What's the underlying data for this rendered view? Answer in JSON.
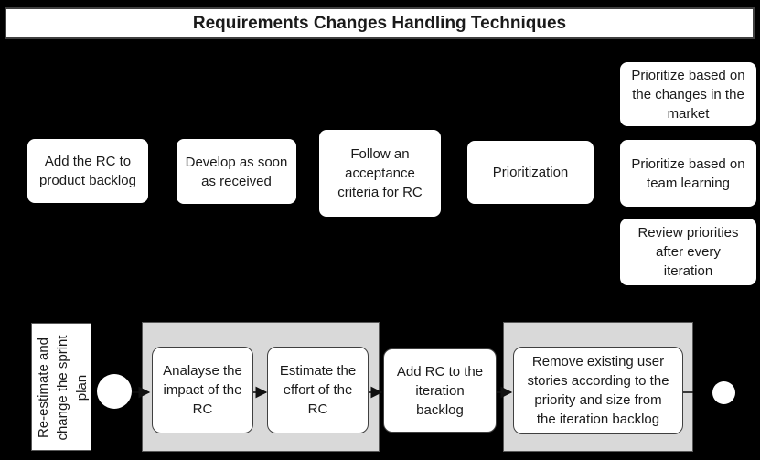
{
  "title": "Requirements Changes Handling Techniques",
  "techniques": [
    {
      "label": "Add the RC to\nproduct backlog"
    },
    {
      "label": "Develop as soon\nas received"
    },
    {
      "label": "Follow an\nacceptance\ncriteria for RC"
    },
    {
      "label": "Prioritization"
    }
  ],
  "prioritization_notes": [
    {
      "label": "Prioritize based on\nthe changes in the\nmarket"
    },
    {
      "label": "Prioritize based on\nteam learning"
    },
    {
      "label": "Review priorities\nafter every\niteration"
    }
  ],
  "sprint_flow": {
    "side_label": "Re-estimate and\nchange the sprint\nplan",
    "steps": [
      {
        "label": "Analayse the\nimpact of the\nRC"
      },
      {
        "label": "Estimate the\neffort of the\nRC"
      },
      {
        "label": "Add RC to the\niteration\nbacklog"
      },
      {
        "label": "Remove existing user\nstories according to the\npriority and size from\nthe iteration backlog"
      }
    ]
  },
  "colors": {
    "background": "#000000",
    "box-fill": "#ffffff",
    "box-text": "#1a1a1a",
    "container-fill": "#d9d9d9",
    "container-border": "#595959",
    "node-border": "#404040",
    "arrow": "#111111"
  }
}
